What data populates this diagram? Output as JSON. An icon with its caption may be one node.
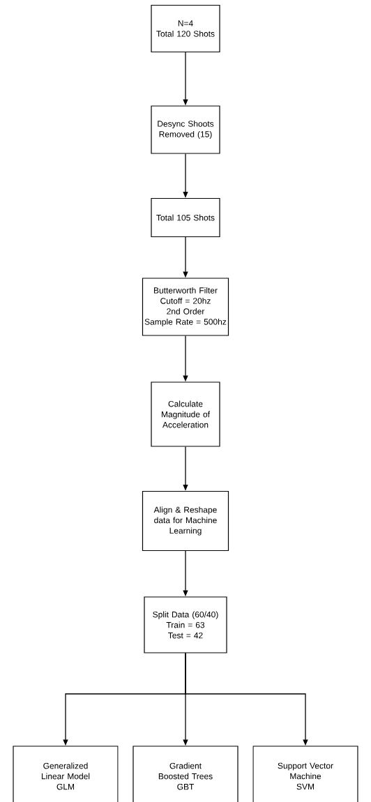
{
  "diagram": {
    "nodes": [
      {
        "text": [
          "N=4",
          "Total 120 Shots"
        ]
      },
      {
        "text": [
          "Desync Shoots Removed (15)"
        ]
      },
      {
        "text": [
          "Total 105 Shots"
        ]
      },
      {
        "text": [
          "Butterworth Filter",
          "Cutoff = 20hz",
          "2nd Order",
          "Sample Rate = 500hz"
        ]
      },
      {
        "text": [
          "Calculate Magnitude of Acceleration"
        ]
      },
      {
        "text": [
          "Align & Reshape data for Machine Learning"
        ]
      },
      {
        "text": [
          "Split  Data (60/40)",
          "Train = 63",
          "Test = 42"
        ]
      },
      {
        "text": [
          "Generalized Linear Model",
          "GLM"
        ]
      },
      {
        "text": [
          "Gradient Boosted Trees",
          "GBT"
        ]
      },
      {
        "text": [
          "Support Vector Machine",
          "SVM"
        ]
      }
    ],
    "edges": [
      {
        "from": 0,
        "to": 1,
        "arrow": "to"
      },
      {
        "from": 1,
        "to": 2,
        "arrow": "to"
      },
      {
        "from": 2,
        "to": 3,
        "arrow": "to"
      },
      {
        "from": 3,
        "to": 4,
        "arrow": "to"
      },
      {
        "from": 4,
        "to": 5,
        "arrow": "to"
      },
      {
        "from": 5,
        "to": 6,
        "arrow": "to"
      },
      {
        "from": 6,
        "to": 7,
        "arrow": "to"
      },
      {
        "from": 6,
        "to": 8,
        "arrow": "to"
      },
      {
        "from": 6,
        "to": 9,
        "arrow": "to"
      }
    ]
  }
}
